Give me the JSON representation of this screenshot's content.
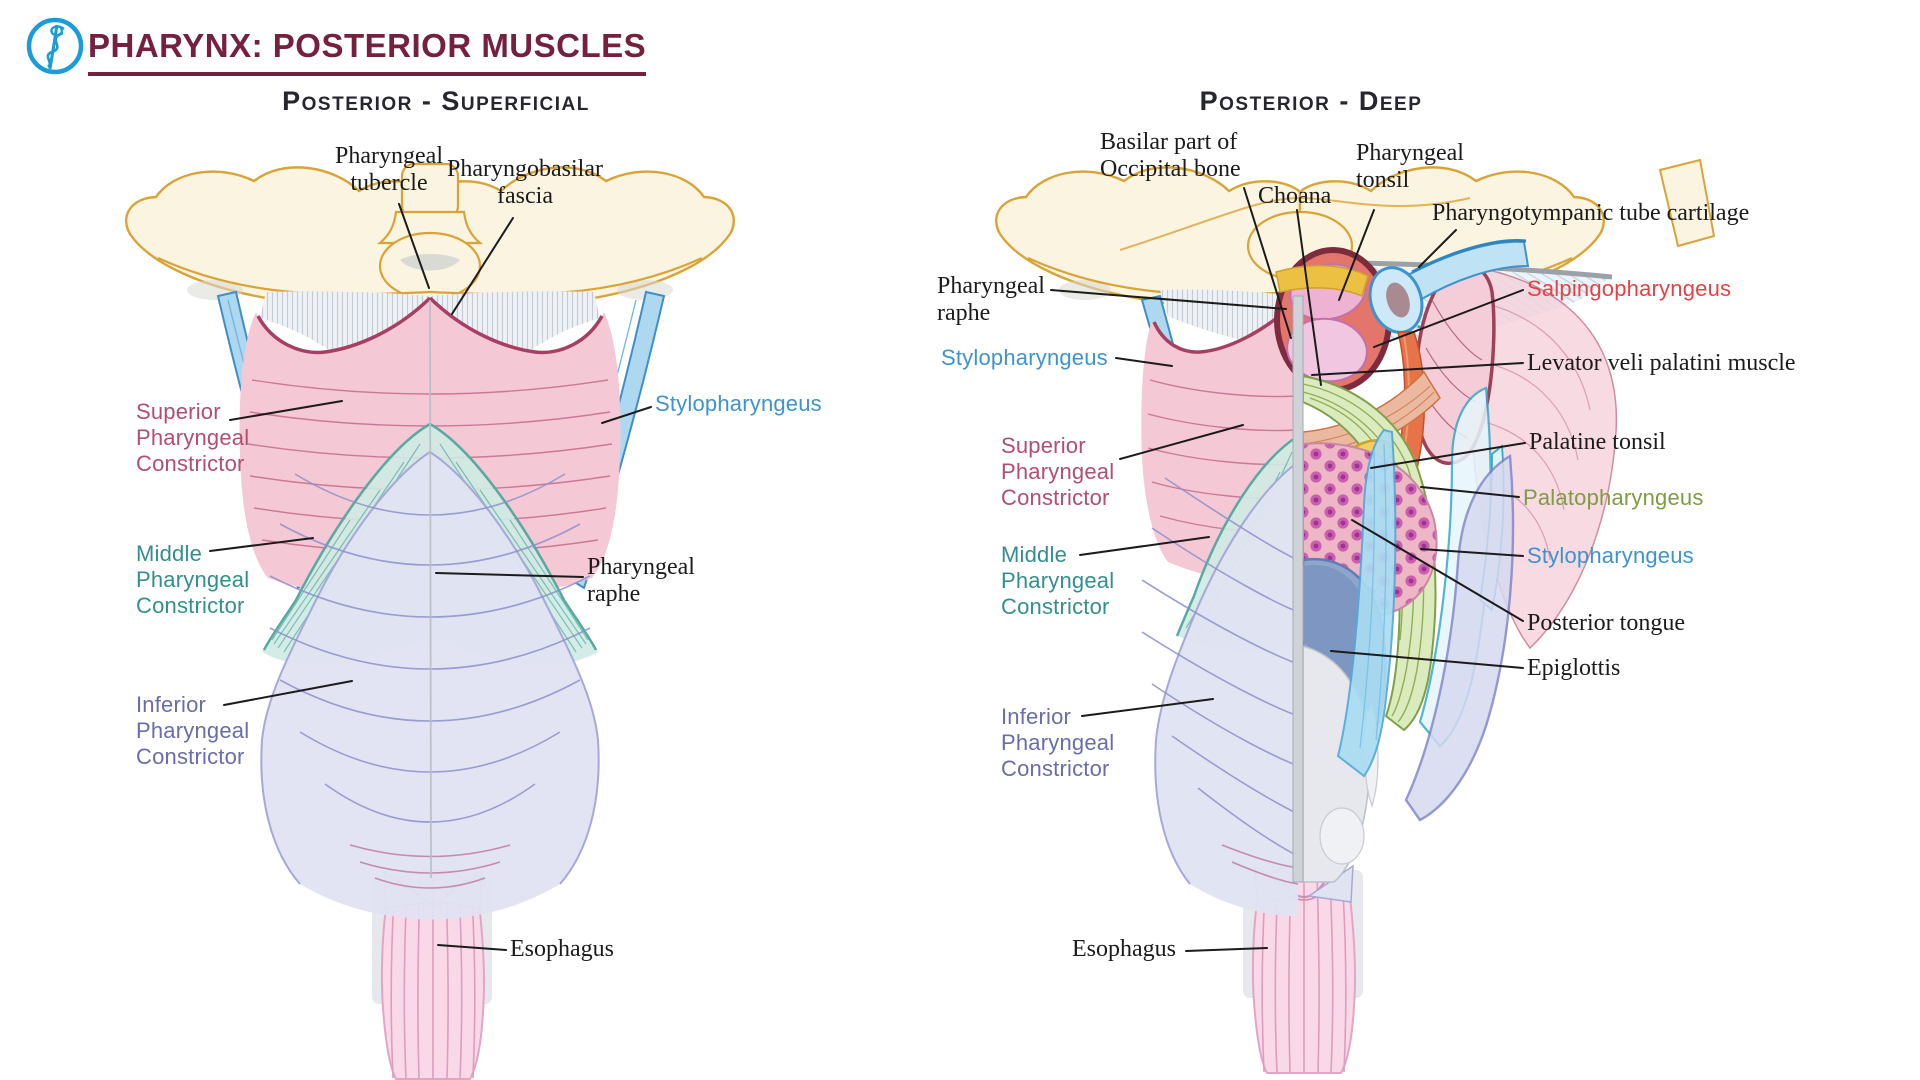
{
  "header": {
    "logo_icon": "asclepius-staff-icon",
    "title": "PHARYNX: POSTERIOR MUSCLES",
    "title_color": "#76203f"
  },
  "panels": [
    {
      "heading": "Posterior - Superficial",
      "labels": [
        {
          "name": "pharyngeal-tubercle",
          "text": "Pharyngeal\ntubercle",
          "color": "#1b1b1b"
        },
        {
          "name": "pharyngobasilar-fascia",
          "text": "Pharyngobasilar\nfascia",
          "color": "#1b1b1b"
        },
        {
          "name": "superior-pharyngeal-constrictor",
          "text": "Superior\nPharyngeal\nConstrictor",
          "color": "#b04f72"
        },
        {
          "name": "stylopharyngeus",
          "text": "Stylopharyngeus",
          "color": "#3f93cd"
        },
        {
          "name": "middle-pharyngeal-constrictor",
          "text": "Middle\nPharyngeal\nConstrictor",
          "color": "#338f8d"
        },
        {
          "name": "pharyngeal-raphe",
          "text": "Pharyngeal\nraphe",
          "color": "#1b1b1b"
        },
        {
          "name": "inferior-pharyngeal-constrictor",
          "text": "Inferior\nPharyngeal\nConstrictor",
          "color": "#6a6da9"
        },
        {
          "name": "esophagus",
          "text": "Esophagus",
          "color": "#1b1b1b"
        }
      ]
    },
    {
      "heading": "Posterior - Deep",
      "labels": [
        {
          "name": "basilar-part-occipital-bone",
          "text": "Basilar part of\nOccipital bone",
          "color": "#1b1b1b"
        },
        {
          "name": "choana",
          "text": "Choana",
          "color": "#1b1b1b"
        },
        {
          "name": "pharyngeal-tonsil",
          "text": "Pharyngeal\ntonsil",
          "color": "#1b1b1b"
        },
        {
          "name": "pharyngotympanic-tube-cartilage",
          "text": "Pharyngotympanic tube cartilage",
          "color": "#1b1b1b"
        },
        {
          "name": "pharyngeal-raphe-deep",
          "text": "Pharyngeal\nraphe",
          "color": "#1b1b1b"
        },
        {
          "name": "salpingopharyngeus",
          "text": "Salpingopharyngeus",
          "color": "#e94045"
        },
        {
          "name": "stylopharyngeus-left",
          "text": "Stylopharyngeus",
          "color": "#3f93cd"
        },
        {
          "name": "levator-veli-palatini",
          "text": "Levator veli palatini muscle",
          "color": "#1b1b1b"
        },
        {
          "name": "superior-pharyngeal-constrictor-deep",
          "text": "Superior\nPharyngeal\nConstrictor",
          "color": "#b04f72"
        },
        {
          "name": "palatine-tonsil",
          "text": "Palatine tonsil",
          "color": "#1b1b1b"
        },
        {
          "name": "palatopharyngeus",
          "text": "Palatopharyngeus",
          "color": "#7e9c43"
        },
        {
          "name": "middle-pharyngeal-constrictor-deep",
          "text": "Middle\nPharyngeal\nConstrictor",
          "color": "#338f8d"
        },
        {
          "name": "stylopharyngeus-right",
          "text": "Stylopharyngeus",
          "color": "#3f93cd"
        },
        {
          "name": "posterior-tongue",
          "text": "Posterior tongue",
          "color": "#1b1b1b"
        },
        {
          "name": "epiglottis",
          "text": "Epiglottis",
          "color": "#1b1b1b"
        },
        {
          "name": "inferior-pharyngeal-constrictor-deep",
          "text": "Inferior\nPharyngeal\nConstrictor",
          "color": "#6a6da9"
        },
        {
          "name": "esophagus-deep",
          "text": "Esophagus",
          "color": "#1b1b1b"
        }
      ]
    }
  ],
  "palette": {
    "logo_blue": "#1a9cd8",
    "heading_dark": "#26262e",
    "bone_fill": "#fbf4e1",
    "bone_outline": "#d9a437",
    "superior_constrictor_pink": "#f4c8d5",
    "superior_constrictor_edge": "#a63f63",
    "middle_constrictor_teal": "#cfeae4",
    "inferior_constrictor_lavender": "#e0e3f2",
    "stylopharyngeus_blue": "#aed7f0",
    "salpingopharyngeus_orange": "#e7734a",
    "palatopharyngeus_green": "#dcebbe",
    "esophagus_pink": "#f9d9e8",
    "epiglottis_blue": "#8ea6cc",
    "leader_line": "#1b1b1b"
  }
}
